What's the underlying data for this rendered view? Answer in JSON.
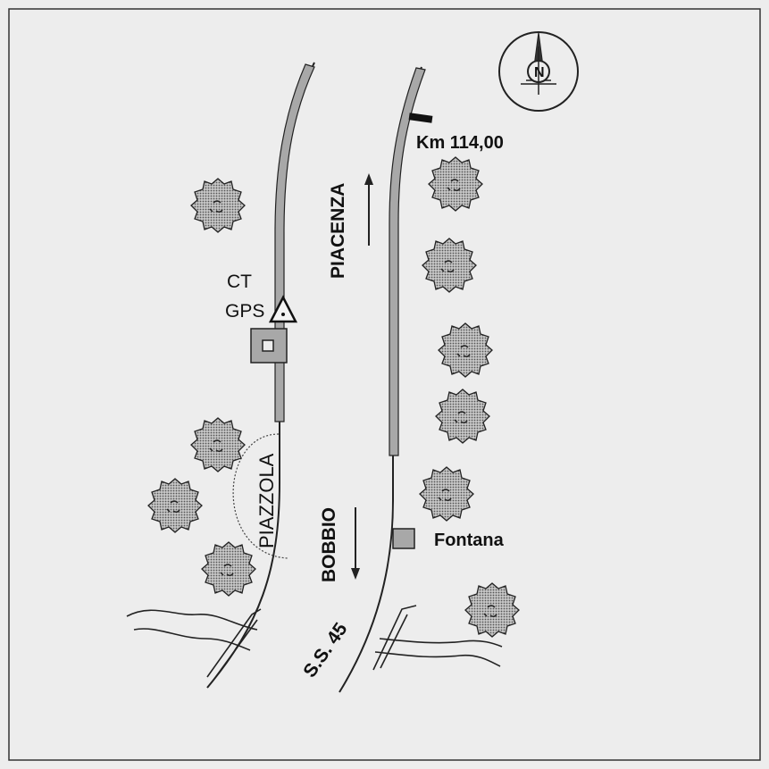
{
  "labels": {
    "km_marker": "Km 114,00",
    "direction_north": "PIACENZA",
    "direction_south": "BOBBIO",
    "road_name": "S.S. 45",
    "rest_area": "PIAZZOLA",
    "station_line1": "CT",
    "station_line2": "GPS",
    "fountain": "Fontana",
    "compass_letter": "N"
  },
  "icons": [
    "compass-rose-icon",
    "gps-station-triangle-icon",
    "tree-icon",
    "fountain-square-icon",
    "direction-arrow-icon"
  ],
  "colors": {
    "paper": "#ededed",
    "ink": "#111111",
    "hatch_fill": "#a8a8a8",
    "tree_fill": "#8a8a8a"
  }
}
